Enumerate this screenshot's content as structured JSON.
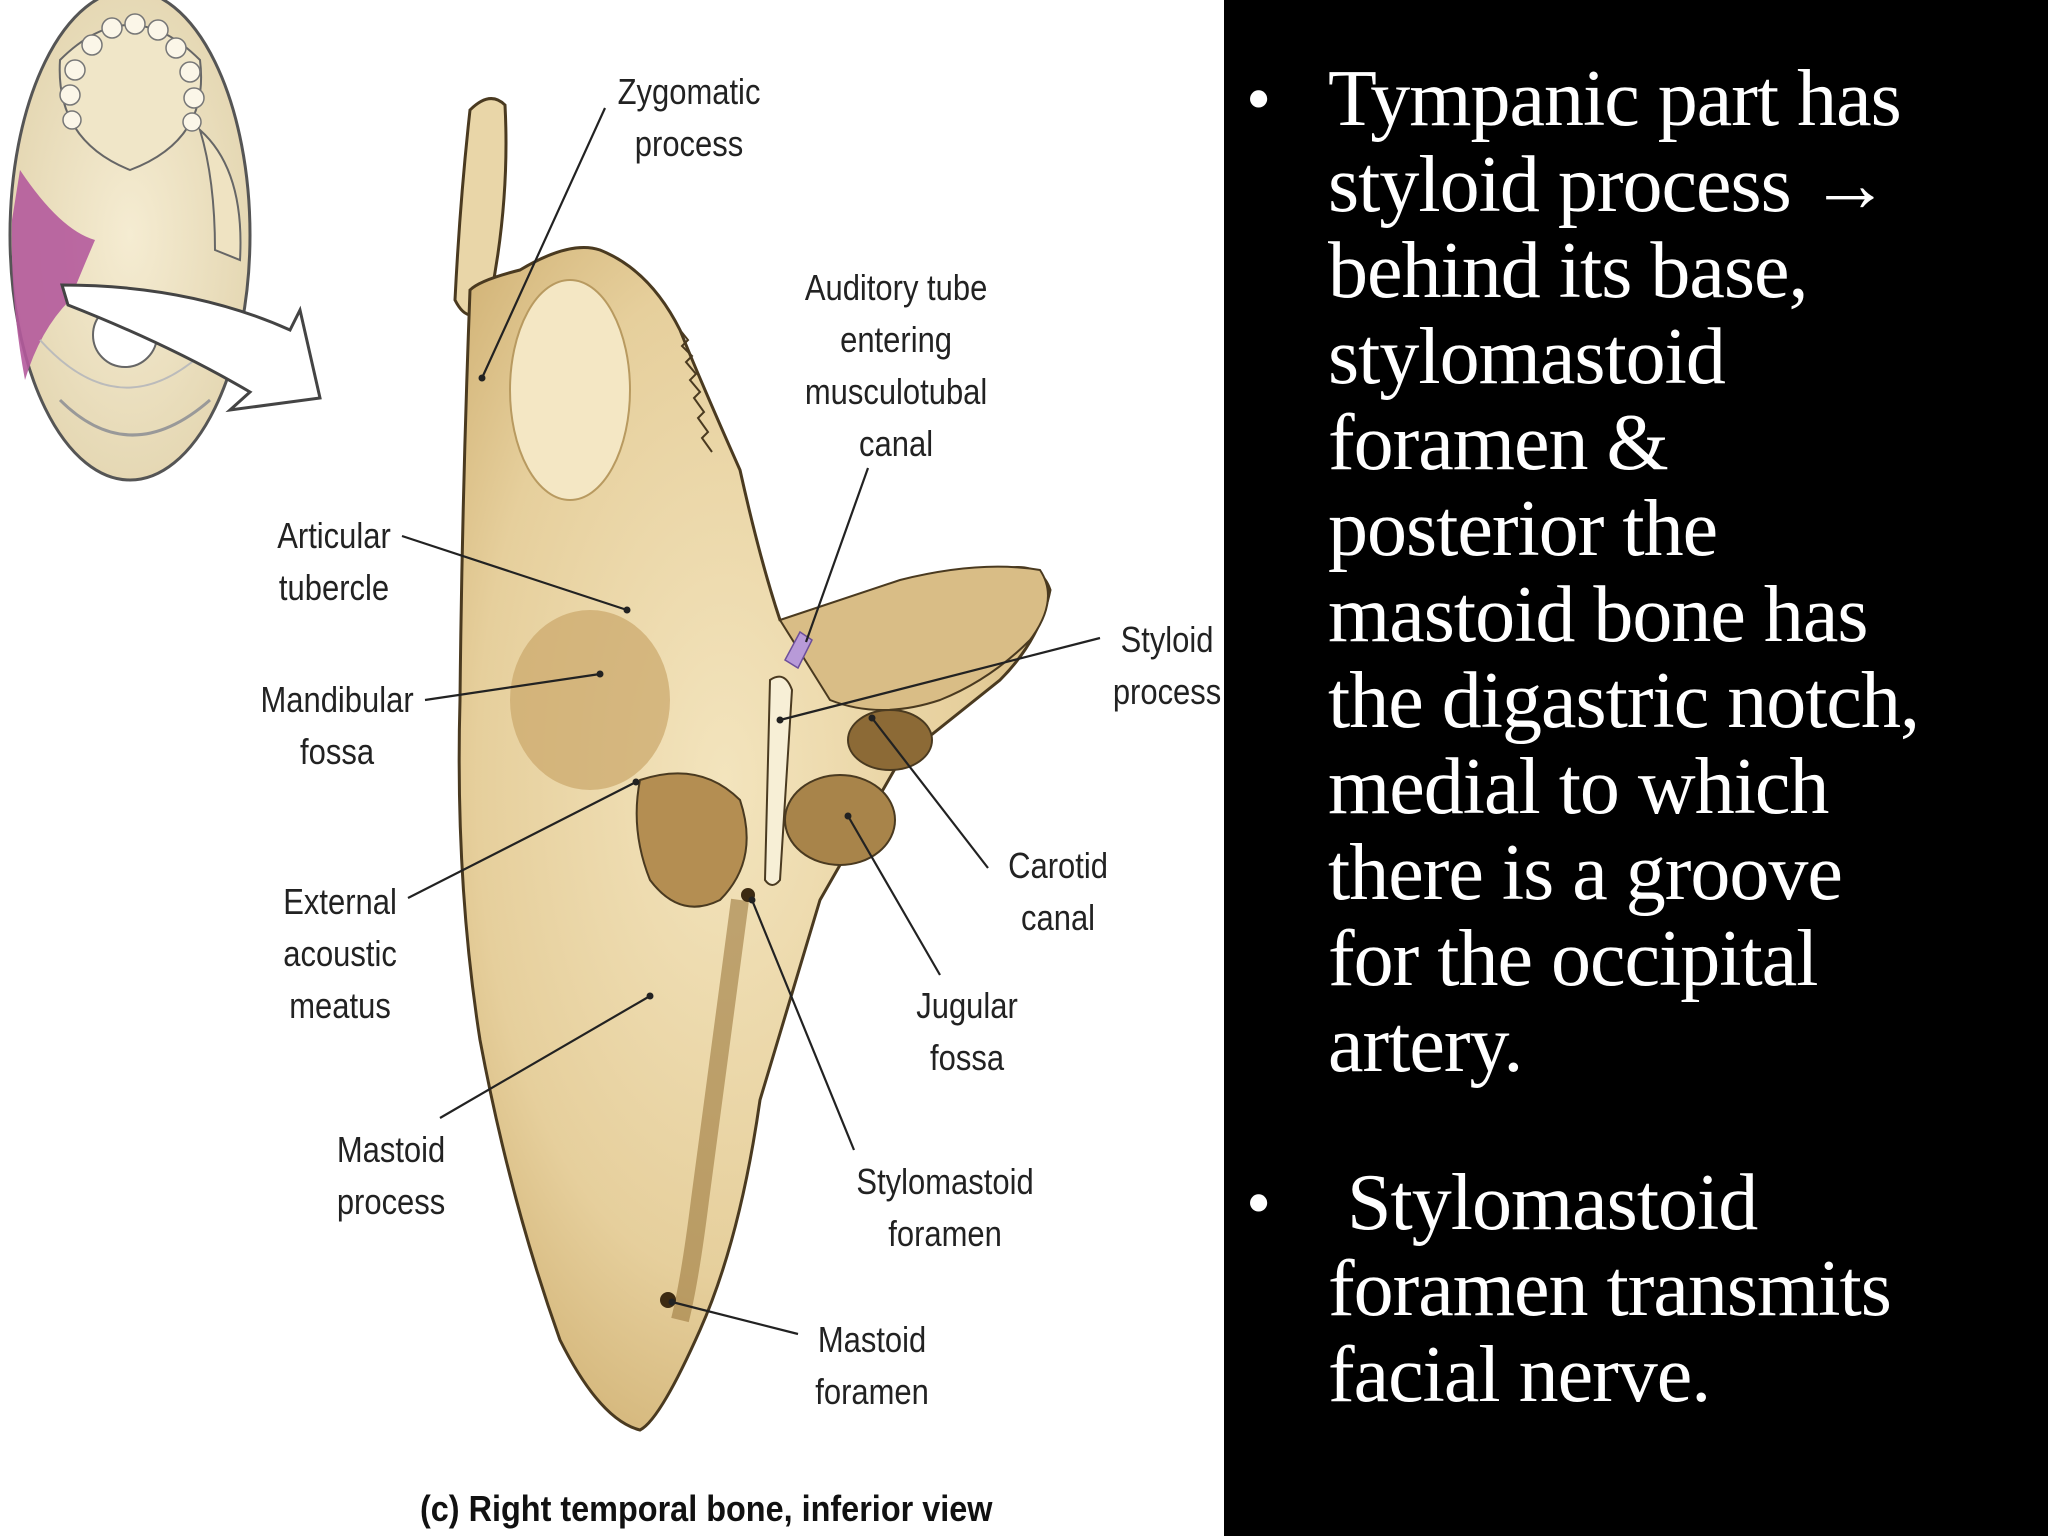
{
  "figure": {
    "labels": {
      "zygomatic_process": [
        "Zygomatic",
        "process"
      ],
      "auditory_tube": [
        "Auditory tube",
        "entering",
        "musculotubal",
        "canal"
      ],
      "articular_tubercle": [
        "Articular",
        "tubercle"
      ],
      "mandibular_fossa": [
        "Mandibular",
        "fossa"
      ],
      "styloid_process": [
        "Styloid",
        "process"
      ],
      "carotid_canal": [
        "Carotid",
        "canal"
      ],
      "external_acoustic_meatus": [
        "External",
        "acoustic",
        "meatus"
      ],
      "jugular_fossa": [
        "Jugular",
        "fossa"
      ],
      "mastoid_process": [
        "Mastoid",
        "process"
      ],
      "stylomastoid_foramen": [
        "Stylomastoid",
        "foramen"
      ],
      "mastoid_foramen": [
        "Mastoid",
        "foramen"
      ]
    },
    "caption": "(c) Right temporal bone,  inferior view",
    "colors": {
      "bone": "#e6cf9c",
      "bone_shadow": "#c9a766",
      "highlight": "#b45a9c"
    }
  },
  "bullets": [
    {
      "marker": "•",
      "lines": [
        "Tympanic part  has",
        "styloid process →",
        "behind its base,",
        "stylomastoid",
        "foramen &",
        "posterior  the",
        "mastoid  bone has",
        "the digastric notch,",
        "medial to which",
        "there is a groove",
        "for the occipital",
        "artery."
      ]
    },
    {
      "marker": "•",
      "lines": [
        " Stylomastoid",
        "foramen transmits",
        "facial nerve."
      ]
    }
  ]
}
